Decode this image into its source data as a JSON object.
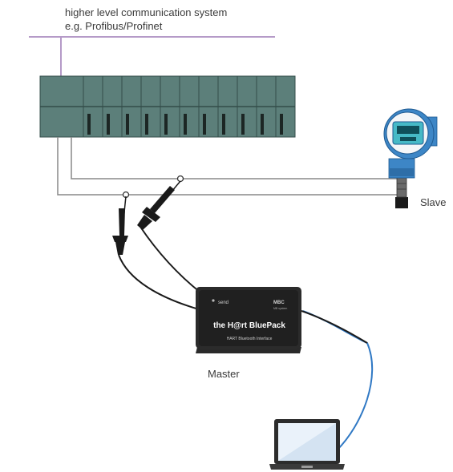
{
  "labels": {
    "fieldbus_line1": "higher level communication system",
    "fieldbus_line2": "e.g. Profibus/Profinet",
    "slave": "Slave",
    "master": "Master"
  },
  "device": {
    "brand": "the H@rt BluePack",
    "subtitle": "HART Bluetooth Interface",
    "send_label": "send",
    "logo_text": "MBC",
    "logo_sub": "MB system"
  },
  "colors": {
    "bus_line": "#b59ac8",
    "plc_fill": "#5c7f7a",
    "wire": "#888888",
    "usb_cable": "#2f78c4",
    "transmitter": "#3d86c6"
  }
}
